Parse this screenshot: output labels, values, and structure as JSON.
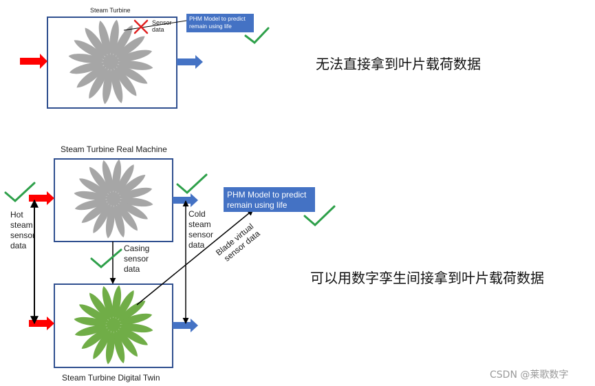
{
  "top": {
    "title": "Steam Turbine",
    "sensor_label": "Sensor\ndata",
    "phm_text": "PHM Model to predict\nremain using life",
    "caption": "无法直接拿到叶片载荷数据"
  },
  "bottom": {
    "real_title": "Steam Turbine Real Machine",
    "twin_title": "Steam Turbine Digital Twin",
    "hot_label": "Hot\nsteam\nsensor\ndata",
    "cold_label": "Cold\nsteam\nsensor\ndata",
    "casing_label": "Casing\nsensor\ndata",
    "blade_label": "Blade virtual\nsensor data",
    "phm_text": "PHM Model to predict\nremain using life",
    "caption": "可以用数字孪生间接拿到叶片载荷数据"
  },
  "watermark": "CSDN @莱歌数字",
  "colors": {
    "box_border": "#2f4f8f",
    "blade_gray": "#a6a6a6",
    "blade_green": "#70ad47",
    "arrow_red": "#ff0000",
    "arrow_blue": "#4472c4",
    "check_green": "#2ea04a",
    "cross_red": "#e02020"
  }
}
